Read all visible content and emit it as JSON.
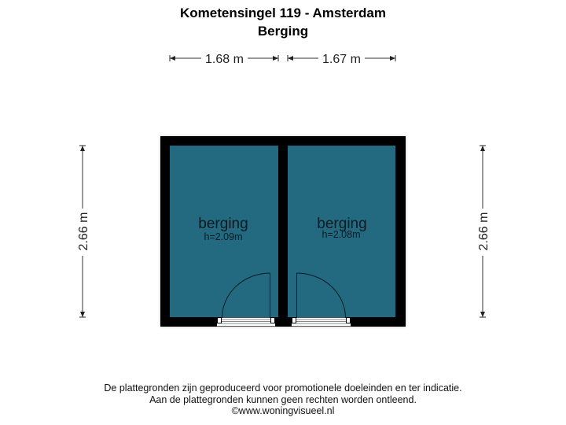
{
  "header": {
    "title": "Kometensingel 119 - Amsterdam",
    "subtitle": "Berging"
  },
  "dimensions": {
    "top_left": "1.68 m",
    "top_right": "1.67 m",
    "left": "2.66 m",
    "right": "2.66 m"
  },
  "rooms": [
    {
      "name": "berging",
      "height": "h=2.09m"
    },
    {
      "name": "berging",
      "height": "h=2.08m"
    }
  ],
  "colors": {
    "room_fill": "#236a80",
    "wall": "#000000",
    "dimension_line": "#333333"
  },
  "footer": {
    "line1": "De plattegronden zijn geproduceerd voor promotionele doeleinden en ter indicatie.",
    "line2": "Aan de plattegronden kunnen geen rechten worden ontleend.",
    "line3": "©www.woningvisueel.nl"
  }
}
